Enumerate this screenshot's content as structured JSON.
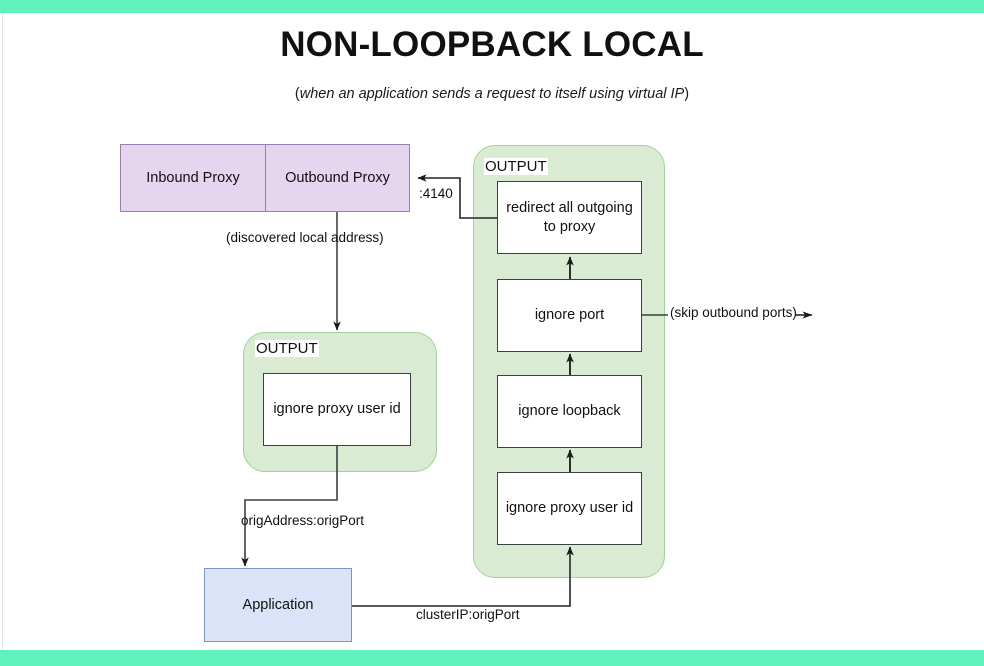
{
  "page": {
    "title": "NON-LOOPBACK LOCAL",
    "subtitle_open": "(",
    "subtitle_italic": "when an application sends a request to itself using virtual IP",
    "subtitle_close": ")",
    "accent_bar_color": "#5ff2bc",
    "background_color": "#ffffff"
  },
  "proxy": {
    "fill_color": "#e5d5ef",
    "border_color": "#9a7fae",
    "inbound_label": "Inbound Proxy",
    "outbound_label": "Outbound Proxy"
  },
  "groups": {
    "left": {
      "label": "OUTPUT",
      "fill_color": "#d9ebd3",
      "border_color": "#a6cf9b",
      "boxes": [
        {
          "label": "ignore proxy user id"
        }
      ]
    },
    "right": {
      "label": "OUTPUT",
      "fill_color": "#d9ebd3",
      "border_color": "#a6cf9b",
      "boxes": [
        {
          "label": "redirect all outgoing to proxy",
          "line1": "redirect all outgoing",
          "line2": "to proxy"
        },
        {
          "label": "ignore port"
        },
        {
          "label": "ignore loopback"
        },
        {
          "label": "ignore proxy user id"
        }
      ]
    }
  },
  "application": {
    "label": "Application",
    "fill_color": "#dae3f7",
    "border_color": "#7d93c8"
  },
  "edges": {
    "port_4140": ":4140",
    "discovered_local_address": "(discovered local address)",
    "skip_outbound_ports": "(skip outbound ports)",
    "orig_address_port": "origAddress:origPort",
    "cluster_ip_port": "clusterIP:origPort"
  }
}
